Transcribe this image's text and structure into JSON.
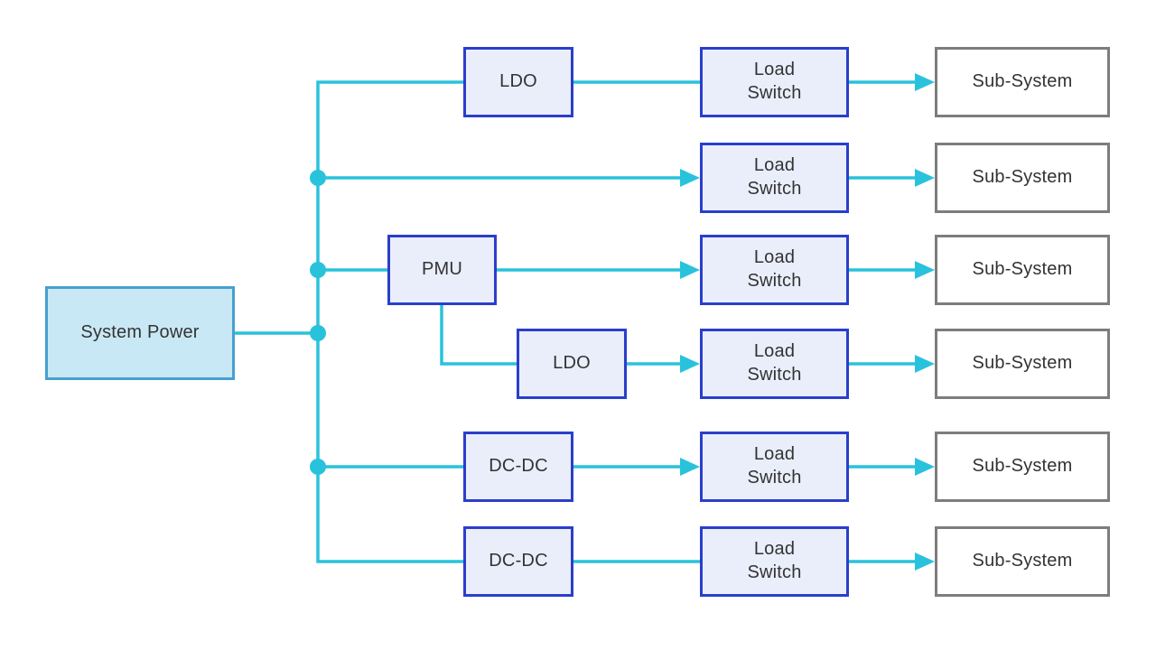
{
  "colors": {
    "connector": "#29c2dc",
    "regulator_box_border": "#2a3ecc",
    "regulator_box_fill": "#eaeefb",
    "source_box_border": "#47a0cf",
    "source_box_fill": "#c9e8f5",
    "subsystem_box_border": "#7d7d7d",
    "subsystem_box_fill": "#ffffff",
    "label_text": "#333333",
    "background": "#ffffff"
  },
  "diagram": {
    "labels": {
      "system_power": "System Power",
      "ldo": "LDO",
      "pmu": "PMU",
      "dcdc": "DC-DC",
      "load_switch": "Load Switch",
      "sub_system": "Sub-System"
    },
    "branches": [
      {
        "row": 1,
        "path": [
          "System Power",
          "LDO",
          "Load Switch",
          "Sub-System"
        ]
      },
      {
        "row": 2,
        "path": [
          "System Power",
          "Load Switch",
          "Sub-System"
        ]
      },
      {
        "row": 3,
        "path": [
          "System Power",
          "PMU",
          "Load Switch",
          "Sub-System"
        ]
      },
      {
        "row": 4,
        "path": [
          "System Power",
          "PMU",
          "LDO",
          "Load Switch",
          "Sub-System"
        ]
      },
      {
        "row": 5,
        "path": [
          "System Power",
          "DC-DC",
          "Load Switch",
          "Sub-System"
        ]
      },
      {
        "row": 6,
        "path": [
          "System Power",
          "DC-DC",
          "Load Switch",
          "Sub-System"
        ]
      }
    ]
  }
}
